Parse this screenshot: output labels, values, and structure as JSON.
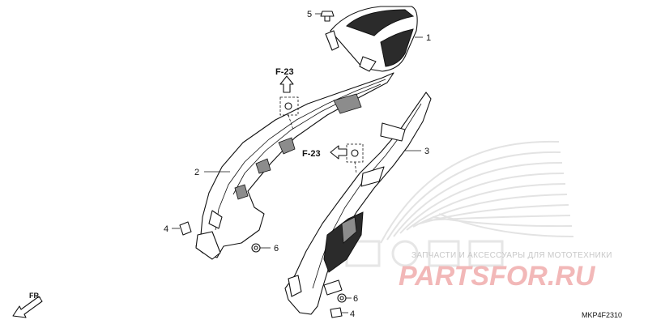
{
  "callouts": [
    {
      "id": "1",
      "label": "1"
    },
    {
      "id": "2",
      "label": "2"
    },
    {
      "id": "3",
      "label": "3"
    },
    {
      "id": "4a",
      "label": "4"
    },
    {
      "id": "4b",
      "label": "4"
    },
    {
      "id": "5",
      "label": "5"
    },
    {
      "id": "6a",
      "label": "6"
    },
    {
      "id": "6b",
      "label": "6"
    }
  ],
  "references": {
    "upper": "F-23",
    "lower": "F-23"
  },
  "forward_label": "FR.",
  "diagram_code": "MKP4F2310",
  "watermark": {
    "caption": "ЗАПЧАСТИ И АКСЕССУАРЫ ДЛЯ МОТОТЕХНИКИ",
    "logo": "PARTSFOR.RU"
  },
  "colors": {
    "line": "#111111",
    "watermark_text": "#c8c8c8",
    "watermark_logo": "#f2b8b8",
    "honda_wing": "#e3e3e3"
  }
}
